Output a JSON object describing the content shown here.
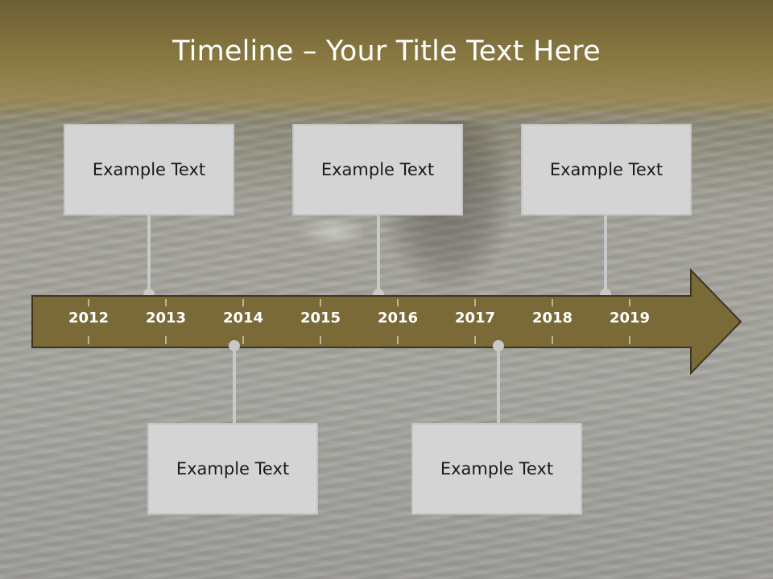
{
  "slide": {
    "title": "Timeline – Your Title Text Here"
  },
  "timeline": {
    "years": [
      "2012",
      "2013",
      "2014",
      "2015",
      "2016",
      "2017",
      "2018",
      "2019"
    ],
    "arrow_color": "#7a6a38",
    "connector_color": "#c8c8c8"
  },
  "events": [
    {
      "text": "Example Text"
    },
    {
      "text": "Example Text"
    },
    {
      "text": "Example Text"
    },
    {
      "text": "Example Text"
    },
    {
      "text": "Example Text"
    }
  ]
}
